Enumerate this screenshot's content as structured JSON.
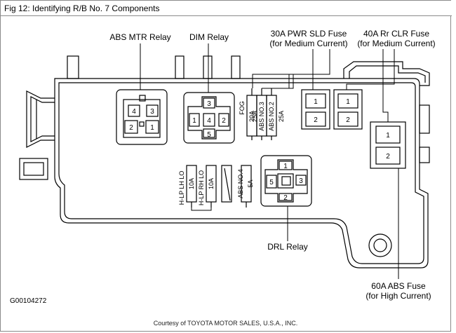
{
  "window": {
    "title": "Fig 12: Identifying R/B No. 7 Components"
  },
  "labels": {
    "abs_mtr_relay": "ABS MTR Relay",
    "dim_relay": "DIM Relay",
    "pwr_sld_fuse_1": "30A PWR SLD Fuse",
    "pwr_sld_fuse_2": "(for Medium Current)",
    "rr_clr_fuse_1": "40A Rr CLR Fuse",
    "rr_clr_fuse_2": "(for Medium Current)",
    "drl_relay": "DRL Relay",
    "abs_fuse_1": "60A ABS Fuse",
    "abs_fuse_2": "(for High Current)"
  },
  "fuses_right": [
    {
      "name": "FOG",
      "amp": "20A"
    },
    {
      "name": "ABS NO.3",
      "amp": "25A"
    },
    {
      "name": "ABS NO.2",
      "amp": "25A"
    }
  ],
  "fuses_left": [
    {
      "name": "H-LP LH LO",
      "amp": "10A"
    },
    {
      "name": "H-LP RH LO",
      "amp": "10A"
    }
  ],
  "fuse_abs4": {
    "name": "ABS NO.4",
    "amp": "5A"
  },
  "pins": {
    "abs_mtr": [
      "4",
      "3",
      "2",
      "1"
    ],
    "dim": [
      "3",
      "1",
      "4",
      "2",
      "5"
    ],
    "drl": [
      "1",
      "5",
      "3",
      "2"
    ],
    "pwr_sld": [
      "1",
      "2"
    ],
    "rr_clr": [
      "1",
      "2"
    ],
    "abs60": [
      "1",
      "2"
    ]
  },
  "figure_code": "G00104272",
  "footer": "Courtesy of TOYOTA MOTOR SALES, U.S.A., INC."
}
